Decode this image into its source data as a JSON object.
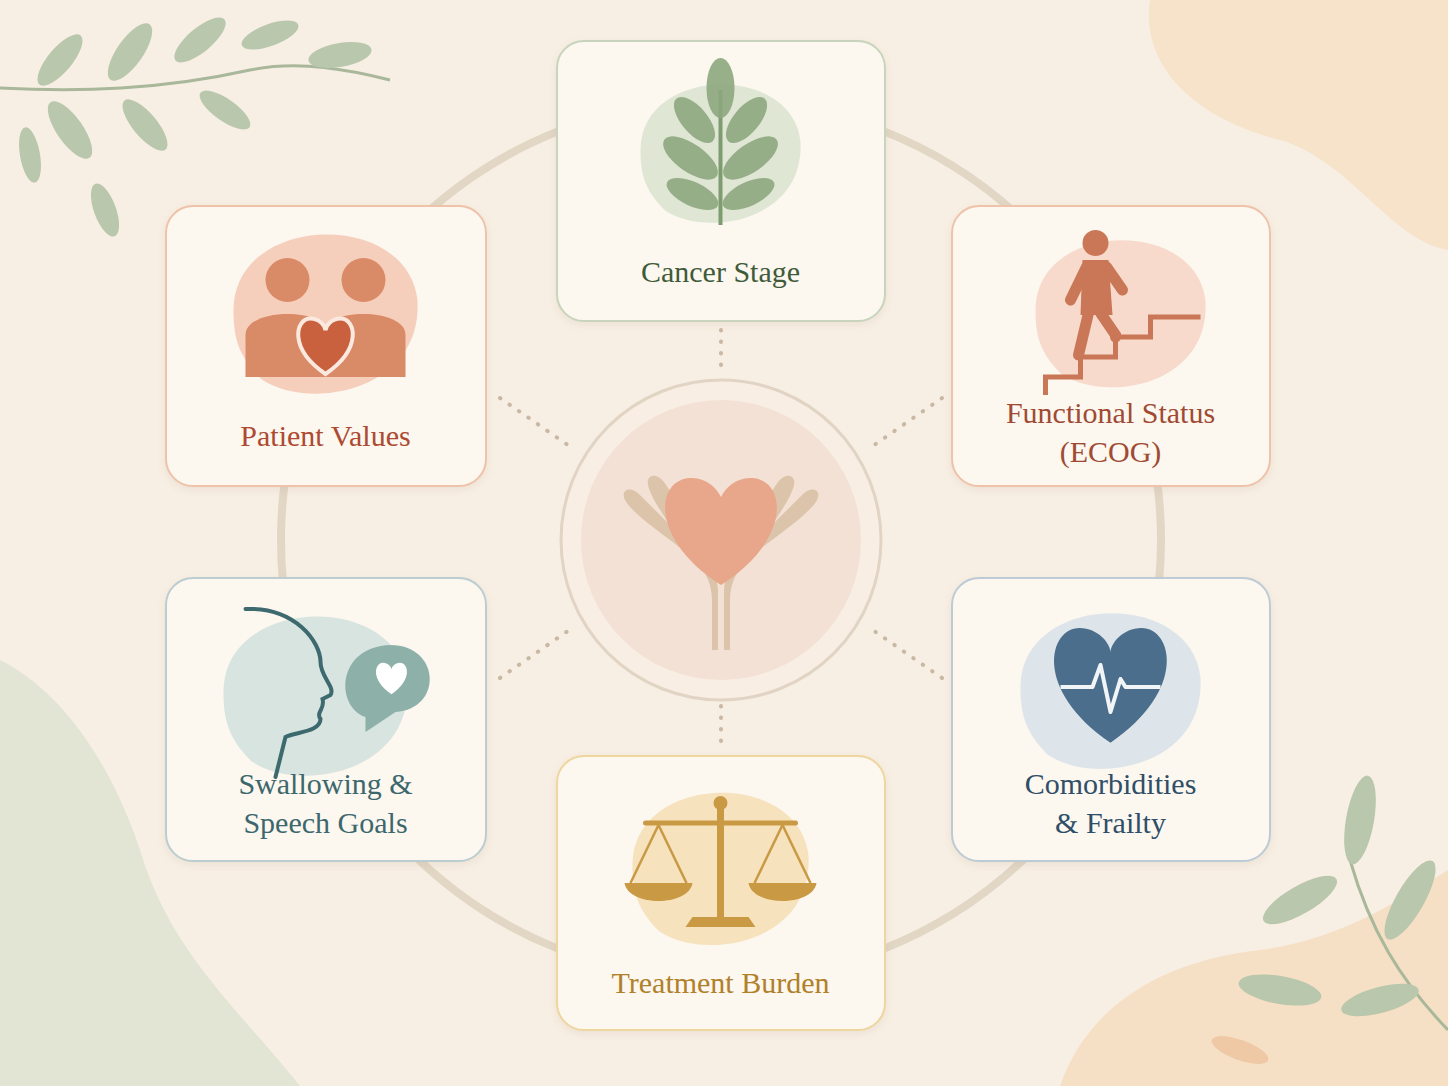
{
  "diagram": {
    "nodes": [
      {
        "text": [
          "Cancer Stage"
        ]
      },
      {
        "text": [
          "Patient Values"
        ]
      },
      {
        "text": [
          "Functional Status (ECOG)"
        ]
      },
      {
        "text": [
          "Swallowing & Speech Goals"
        ]
      },
      {
        "text": [
          "Comorbidities & Frailty"
        ]
      },
      {
        "text": [
          "Treatment Burden"
        ]
      }
    ]
  }
}
